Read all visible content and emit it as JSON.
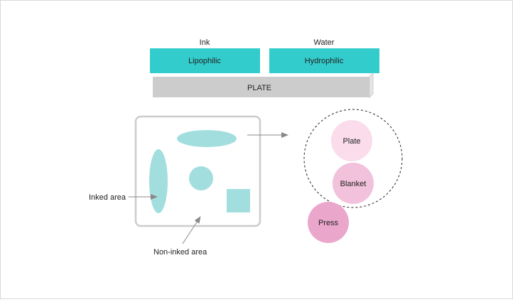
{
  "top_labels": {
    "ink": "Ink",
    "water": "Water"
  },
  "layers": {
    "lipophilic": "Lipophilic",
    "hydrophilic": "Hydrophilic",
    "plate": "PLATE"
  },
  "callouts": {
    "inked_area": "Inked area",
    "non_inked_area": "Non-inked area"
  },
  "cylinders": {
    "plate": "Plate",
    "blanket": "Blanket",
    "press": "Press"
  },
  "colors": {
    "teal": "#33cccc",
    "teal_light": "#a3dede",
    "plate_gray": "#cccccc",
    "plate_cylinder": "#fadcea",
    "blanket_cylinder": "#f2c1dc",
    "press_cylinder": "#eba7cb",
    "arrow": "#888888"
  }
}
